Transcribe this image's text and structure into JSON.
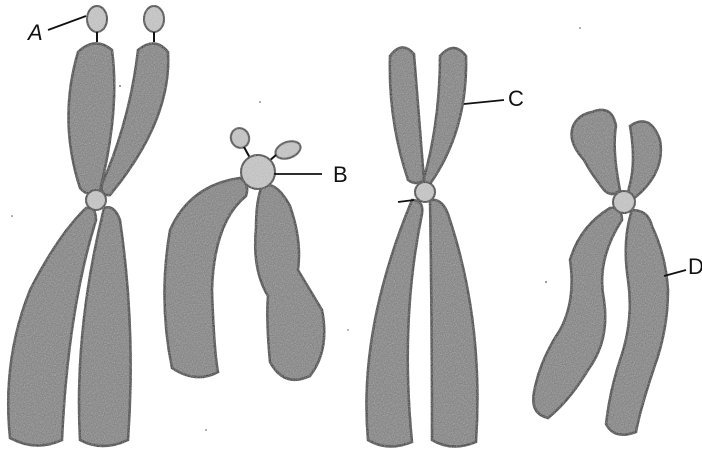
{
  "figure": {
    "labels": {
      "a": "A",
      "b": "B",
      "c": "C",
      "d": "D"
    }
  }
}
